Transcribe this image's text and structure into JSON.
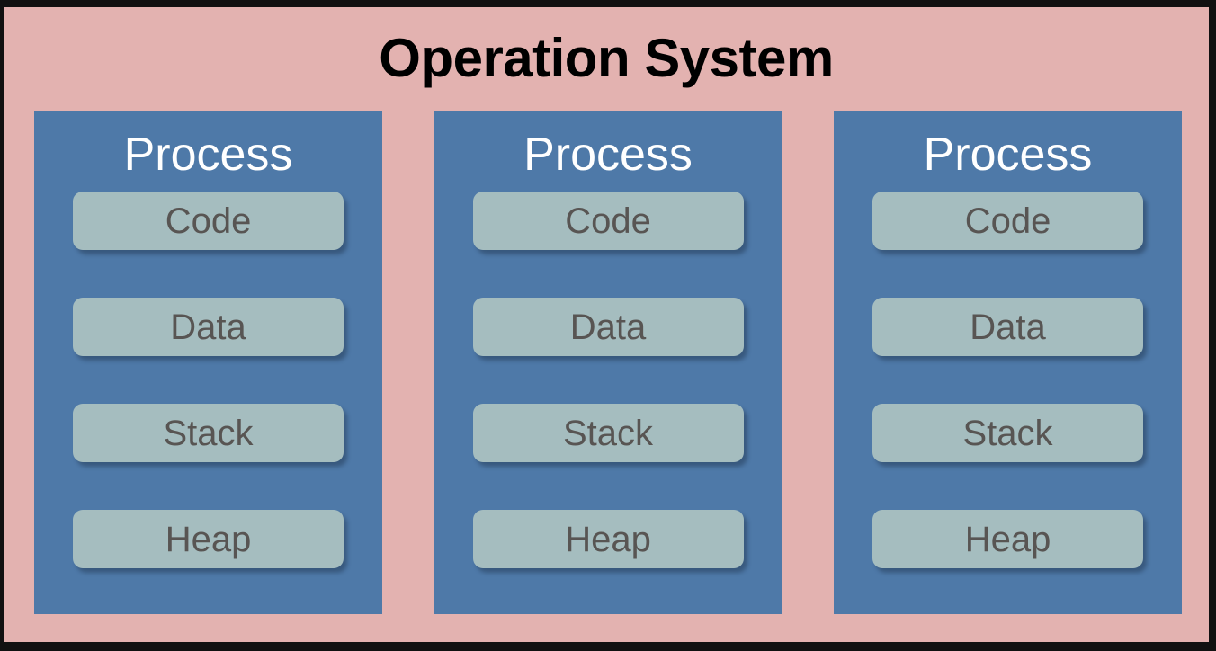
{
  "diagram": {
    "title": "Operation System",
    "background_color": "#e3b2b0",
    "border_color": "#111111",
    "process_color": "#4e79a8",
    "segment_color": "#a5bdbf",
    "segment_text_color": "#585553",
    "title_color": "#000000",
    "process_label_color": "#ffffff",
    "processes": [
      {
        "heading": "Process",
        "segments": [
          {
            "label": "Code"
          },
          {
            "label": "Data"
          },
          {
            "label": "Stack"
          },
          {
            "label": "Heap"
          }
        ]
      },
      {
        "heading": "Process",
        "segments": [
          {
            "label": "Code"
          },
          {
            "label": "Data"
          },
          {
            "label": "Stack"
          },
          {
            "label": "Heap"
          }
        ]
      },
      {
        "heading": "Process",
        "segments": [
          {
            "label": "Code"
          },
          {
            "label": "Data"
          },
          {
            "label": "Stack"
          },
          {
            "label": "Heap"
          }
        ]
      }
    ]
  }
}
